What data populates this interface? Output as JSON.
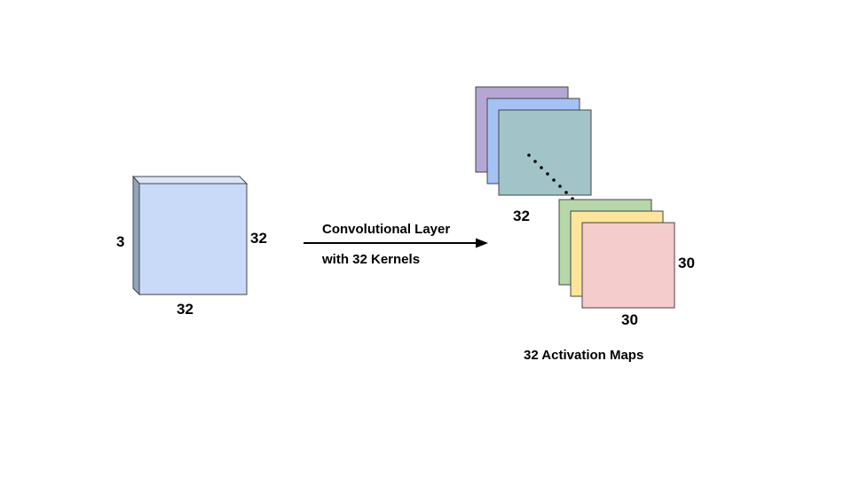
{
  "input_volume": {
    "depth_label": "3",
    "height_label": "32",
    "width_label": "32",
    "front_color": "#c9daf8",
    "side_color": "#8fa6b8",
    "top_color": "#dbe6fb"
  },
  "operation": {
    "line1": "Convolutional Layer",
    "line2": "with 32 Kernels"
  },
  "output": {
    "caption": "32 Activation Maps",
    "first_group_label": "32",
    "height_label": "30",
    "width_label": "30",
    "map_colors": [
      "#b4a7d6",
      "#a4c2f4",
      "#a2c4c9",
      "#b6d7a8",
      "#ffe599",
      "#f4cccc"
    ]
  }
}
